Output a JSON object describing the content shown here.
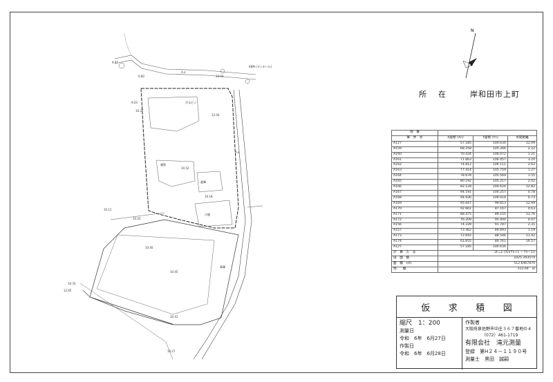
{
  "location": {
    "label_1": "所",
    "label_2": "在",
    "value": "岸和田市上町"
  },
  "table": {
    "header_top": "地　番",
    "col_point": "筆　界　点",
    "col_x": "X座標 (Xn)",
    "col_y": "Y座標 (Yn)",
    "col_dist": "点間距離",
    "rows": [
      {
        "p": "A127",
        "x": "57.185",
        "y": "100.634",
        "d": "12.09"
      },
      {
        "p": "A159",
        "x": "68.258",
        "y": "105.266",
        "d": "2.22"
      },
      {
        "p": "A160",
        "x": "70.434",
        "y": "106.072",
        "d": "1.21"
      },
      {
        "p": "A161",
        "x": "71.663",
        "y": "106.457",
        "d": "3.24"
      },
      {
        "p": "A162",
        "x": "74.812",
        "y": "106.111",
        "d": "2.62"
      },
      {
        "p": "A163",
        "x": "77.414",
        "y": "105.759",
        "d": "1.27"
      },
      {
        "p": "A164",
        "x": "78.678",
        "y": "105.569",
        "d": "1.55"
      },
      {
        "p": "A165",
        "x": "80.192",
        "y": "105.217",
        "d": "2.02"
      },
      {
        "p": "A166",
        "x": "82.128",
        "y": "104.624",
        "d": "12.82"
      },
      {
        "p": "A167",
        "x": "94.191",
        "y": "100.257",
        "d": "0.78"
      },
      {
        "p": "A168",
        "x": "94.936",
        "y": "100.014",
        "d": "0.73"
      },
      {
        "p": "A169",
        "x": "95.647",
        "y": "99.813",
        "d": "12.99"
      },
      {
        "p": "A170",
        "x": "92.661",
        "y": "87.167",
        "d": "4.63"
      },
      {
        "p": "A171",
        "x": "88.475",
        "y": "89.155",
        "d": "13.76"
      },
      {
        "p": "A172",
        "x": "76.209",
        "y": "95.400",
        "d": "4.07"
      },
      {
        "p": "A156",
        "x": "74.339",
        "y": "91.787",
        "d": "2.31"
      },
      {
        "p": "A157",
        "x": "73.362",
        "y": "89.693",
        "d": "1.19"
      },
      {
        "p": "A173",
        "x": "72.642",
        "y": "88.546",
        "d": "11.42"
      },
      {
        "p": "A174",
        "x": "61.655",
        "y": "84.761",
        "d": "16.57"
      },
      {
        "p": "A127",
        "x": "57.185",
        "y": "100.634",
        "d": ""
      }
    ],
    "method_label": "計　算　方　法",
    "method_value": "2F=Σ (Xn(Yn+1 − Yn−1))",
    "double_area_label": "倍　面　積",
    "double_area_value": "1025.293574",
    "area_label": "面　積　(㎡)",
    "area_value": "512.6467870",
    "parcel_label": "地　　積",
    "parcel_value": "512.64　㎡"
  },
  "title_block": {
    "title_chars": [
      "仮",
      "求",
      "積",
      "図"
    ],
    "scale": "縮尺　1：200",
    "survey_date_label": "測量日",
    "survey_date": "令和　6年　6月27日",
    "created_label": "作製日",
    "created_date": "令和　6年　6月28日",
    "author_label": "作製者",
    "address": "大阪府泉佐野市中庄３６７番地の４",
    "phone": "（072）461-1719",
    "company": "有限会社　滝元測量",
    "registration": "登録　第H２４－１１９０号",
    "surveyor": "測量士　黒田　誠嗣"
  },
  "north": {
    "label": "N"
  },
  "plan": {
    "labels": [
      "A.e",
      "ポスピン",
      "貸家",
      "倉庫",
      "小屋",
      "車庫",
      "KBM (マンホール)"
    ]
  }
}
